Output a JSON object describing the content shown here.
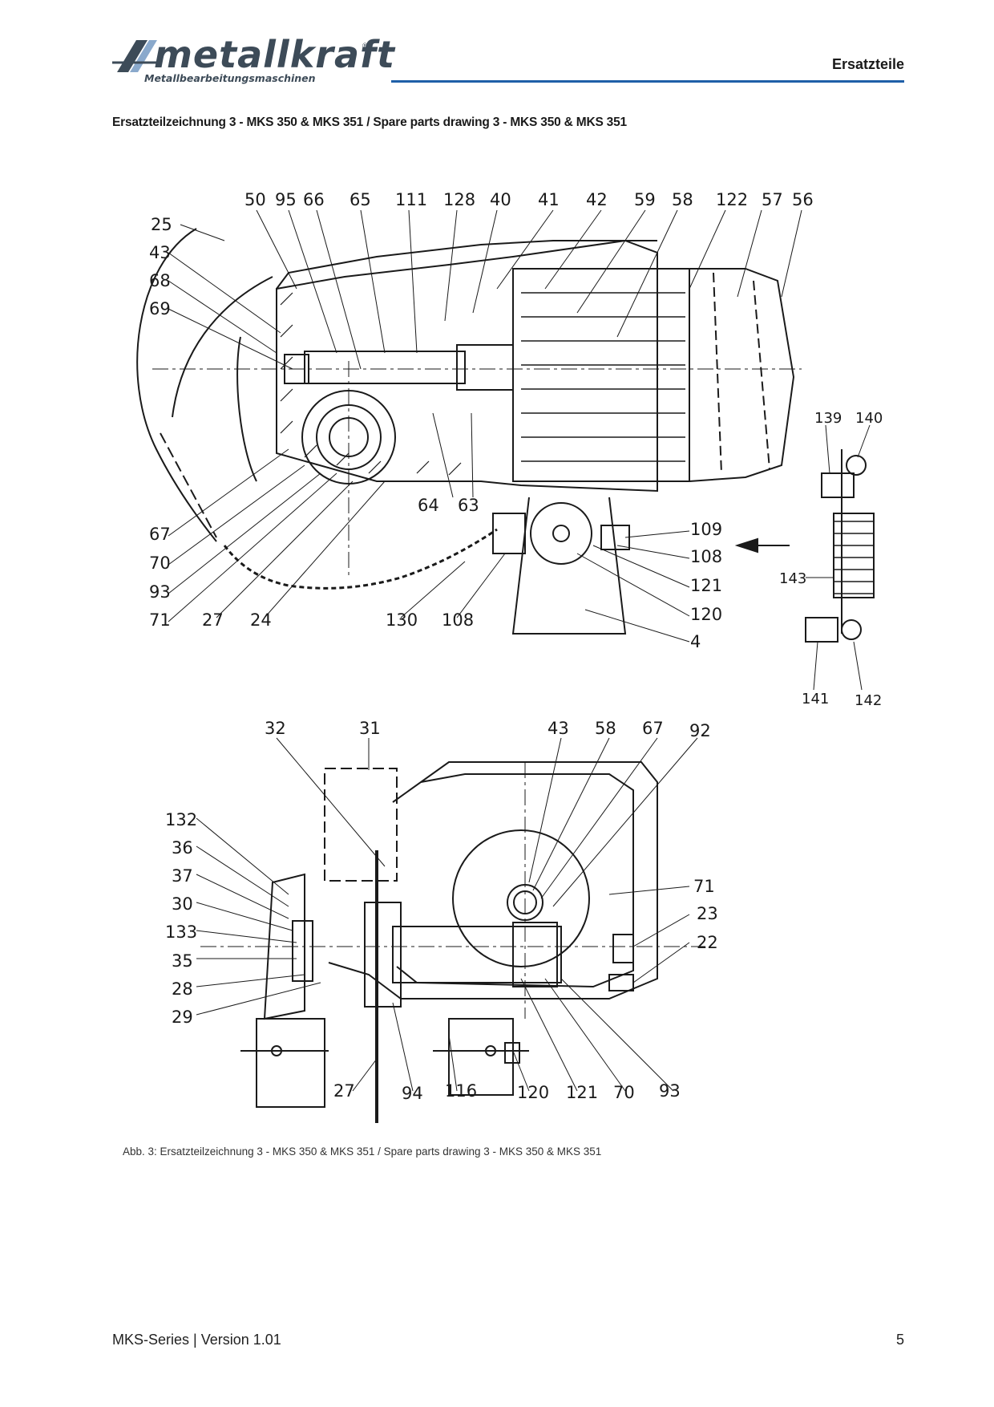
{
  "header": {
    "brand": "metallkraft",
    "tagline": "Metallbearbeitungsmaschinen",
    "registered": "®",
    "section": "Ersatzteile"
  },
  "document": {
    "title": "Ersatzteilzeichnung 3 - MKS 350 & MKS 351 / Spare parts drawing 3 - MKS 350 & MKS 351",
    "caption": "Abb. 3: Ersatzteilzeichnung 3 - MKS 350 & MKS 351 / Spare parts drawing 3 - MKS 350 & MKS 351"
  },
  "drawing": {
    "top_labels": [
      "50",
      "95",
      "66",
      "65",
      "111",
      "128",
      "40",
      "41",
      "42",
      "59",
      "58",
      "122",
      "57",
      "56",
      "25",
      "43",
      "68",
      "69",
      "64",
      "63",
      "67",
      "70",
      "93",
      "71",
      "27",
      "24",
      "130",
      "108",
      "109",
      "108",
      "121",
      "120",
      "4",
      "139",
      "140",
      "143",
      "141",
      "142"
    ],
    "bottom_labels": [
      "32",
      "31",
      "43",
      "58",
      "67",
      "92",
      "132",
      "36",
      "37",
      "30",
      "133",
      "35",
      "28",
      "29",
      "27",
      "94",
      "116",
      "120",
      "121",
      "70",
      "93",
      "71",
      "23",
      "22"
    ]
  },
  "footer": {
    "series": "MKS-Series | Version 1.01",
    "page": "5"
  },
  "colors": {
    "accent_rule": "#1f5fa8",
    "logo": "#3d4b58"
  }
}
